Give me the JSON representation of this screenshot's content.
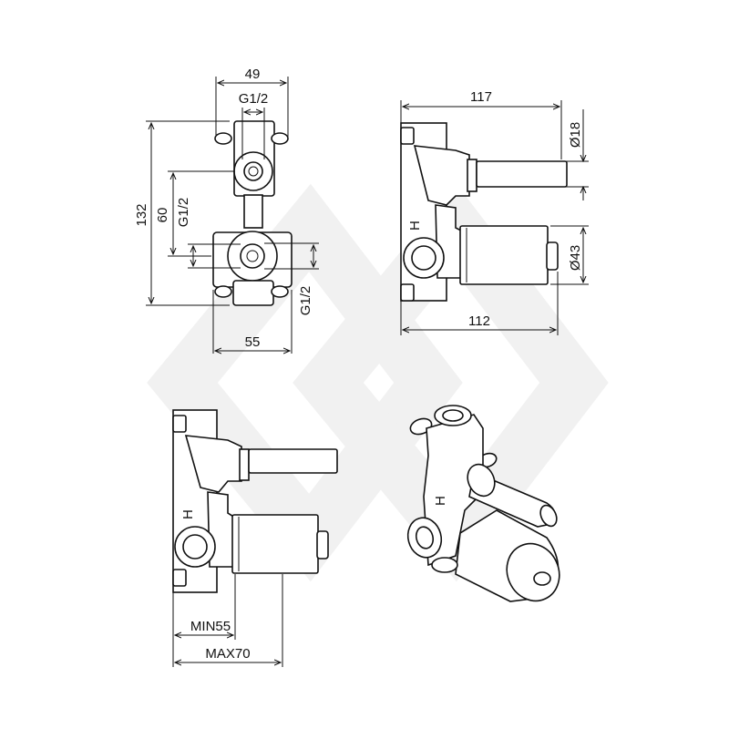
{
  "views": {
    "front": {
      "width_top": "49",
      "thread_top": "G1/2",
      "height_total": "132",
      "height_centers": "60",
      "thread_left": "G1/2",
      "thread_bottom": "G1/2",
      "width_bottom": "55"
    },
    "side": {
      "length_top": "117",
      "diameter_small": "Ø18",
      "diameter_large": "Ø43",
      "length_bottom": "112"
    },
    "install": {
      "min_depth": "MIN55",
      "max_depth": "MAX70"
    },
    "iso": {
      "hot_mark": "H"
    }
  },
  "marks": {
    "hot_side": "H",
    "hot_install": "H"
  }
}
